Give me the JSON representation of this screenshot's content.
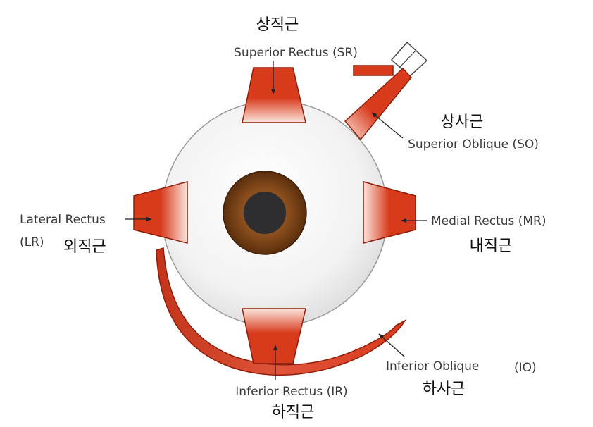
{
  "muscles": {
    "superior_rectus": {
      "label_en": "Superior Rectus (SR)",
      "label_ko": "상직근"
    },
    "superior_oblique": {
      "label_en": "Superior Oblique (SO)",
      "label_ko": "상사근"
    },
    "lateral_rectus": {
      "label_en_line1": "Lateral Rectus",
      "label_en_line2": "(LR)",
      "label_ko": "외직근"
    },
    "medial_rectus": {
      "label_en": "Medial Rectus (MR)",
      "label_ko": "내직근"
    },
    "inferior_rectus": {
      "label_en": "Inferior Rectus (IR)",
      "label_ko": "하직근"
    },
    "inferior_oblique": {
      "label_en_main": "Inferior Oblique",
      "label_en_abbr": "(IO)",
      "label_ko": "하사근"
    }
  },
  "colors": {
    "muscle": "#d83a1c",
    "muscle_dark": "#8e1e0a",
    "muscle_light": "#fbe4dc",
    "iris": "#8c4f1e",
    "pupil": "#2e2e30",
    "sclera_edge": "#9a9a9a"
  }
}
